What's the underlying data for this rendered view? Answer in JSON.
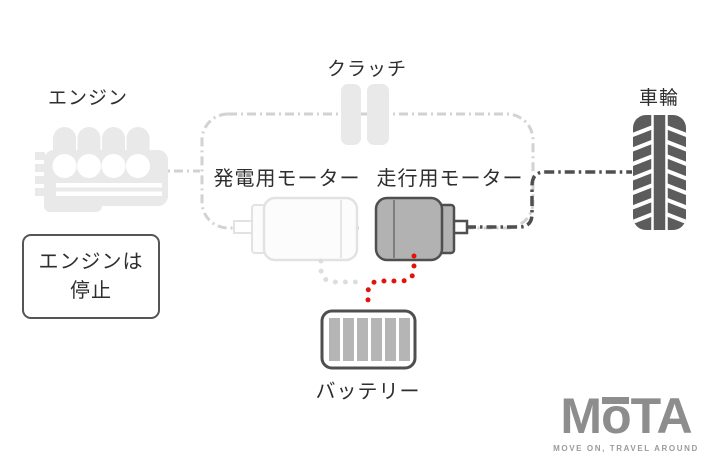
{
  "colors": {
    "pale": "#e9e9e9",
    "line_light": "#d2d2d2",
    "gen_stroke": "#e2e2e2",
    "dark": "#4f4f4f",
    "motor_fill": "#b2b2b2",
    "battery_bar": "#b5b5b5",
    "tire": "#5c5c5c",
    "red": "#e3120b",
    "ink": "#2e2e2e",
    "logo_gray": "#8d8d8d"
  },
  "labels": {
    "engine": "エンジン",
    "clutch": "クラッチ",
    "wheel": "車輪",
    "generator_motor": "発電用モーター",
    "drive_motor": "走行用モーター",
    "battery": "バッテリー"
  },
  "note": {
    "line1": "エンジンは",
    "line2": "停止"
  },
  "logo": {
    "m": "M",
    "o": "o",
    "ta": "TA",
    "tagline": "MOVE ON, TRAVEL AROUND"
  },
  "icons": {
    "engine": "engine-icon",
    "clutch": "clutch-plates-icon",
    "generator_motor": "generator-motor-icon",
    "drive_motor": "drive-motor-icon",
    "battery": "battery-icon",
    "wheel": "tire-icon"
  }
}
